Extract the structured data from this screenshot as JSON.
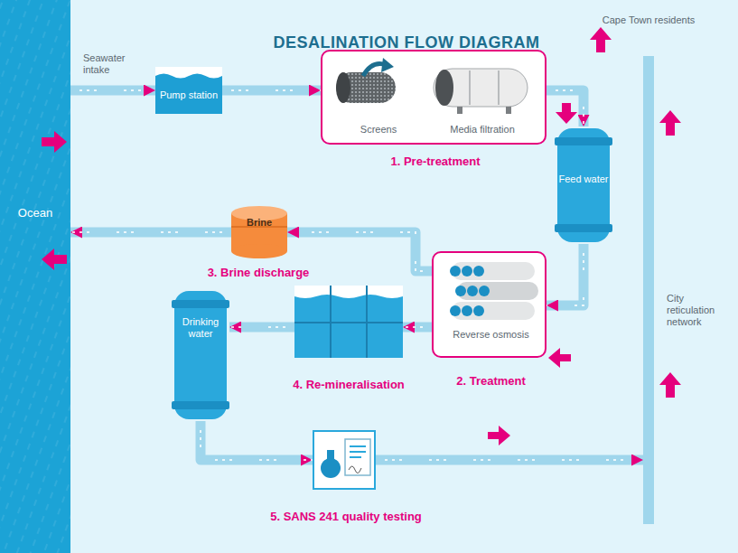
{
  "diagram": {
    "title": "DESALINATION FLOW DIAGRAM",
    "nodes": [
      {
        "text": [
          "Ocean"
        ]
      },
      {
        "text": [
          "Pump station"
        ]
      },
      {
        "text": [
          "Screens",
          "Media filtration",
          "1. Pre-treatment"
        ]
      },
      {
        "text": [
          "Feed water"
        ]
      },
      {
        "text": [
          "Reverse osmosis",
          "2. Treatment"
        ]
      },
      {
        "text": [
          "Brine",
          "3. Brine discharge"
        ]
      },
      {
        "text": [
          "4. Re-mineralisation"
        ]
      },
      {
        "text": [
          "Drinking water"
        ]
      },
      {
        "text": [
          "5. SANS 241 quality testing"
        ]
      },
      {
        "text": [
          "Cape Town residents",
          "City reticulation network"
        ]
      }
    ],
    "edges": [
      {
        "from": 0,
        "to": 1,
        "label": "Seawater intake",
        "arrow": "to"
      },
      {
        "from": 1,
        "to": 2,
        "arrow": "to"
      },
      {
        "from": 2,
        "to": 3,
        "arrow": "to"
      },
      {
        "from": 3,
        "to": 4,
        "arrow": "to"
      },
      {
        "from": 4,
        "to": 5,
        "arrow": "to"
      },
      {
        "from": 5,
        "to": 0,
        "arrow": "to"
      },
      {
        "from": 4,
        "to": 6,
        "arrow": "to"
      },
      {
        "from": 6,
        "to": 7,
        "arrow": "to"
      },
      {
        "from": 7,
        "to": 8,
        "arrow": "to"
      },
      {
        "from": 8,
        "to": 9,
        "arrow": "to"
      }
    ]
  }
}
